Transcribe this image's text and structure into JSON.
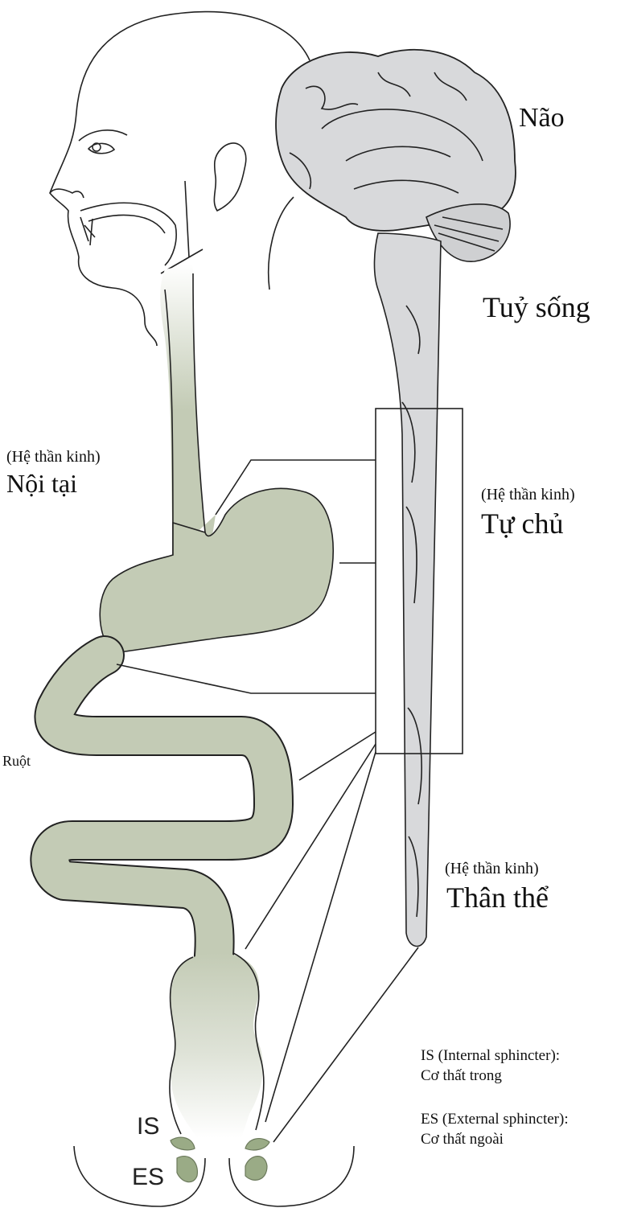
{
  "labels": {
    "brain": "Não",
    "spinal_cord": "Tuỷ sống",
    "enteric_prefix": "(Hệ thần kinh)",
    "enteric": "Nội tại",
    "autonomic_prefix": "(Hệ thần kinh)",
    "autonomic": "Tự chủ",
    "somatic_prefix": "(Hệ thần kinh)",
    "somatic": "Thân thể",
    "intestine": "Ruột",
    "is_marker": "IS",
    "es_marker": "ES"
  },
  "legend": {
    "is_title": "IS (Internal sphincter):",
    "is_desc": "Cơ thất trong",
    "es_title": "ES (External sphincter):",
    "es_desc": "Cơ thất ngoài"
  },
  "colors": {
    "gut": "#c3cbb5",
    "brain": "#d8d9db",
    "sphincter": "#9aab86"
  }
}
